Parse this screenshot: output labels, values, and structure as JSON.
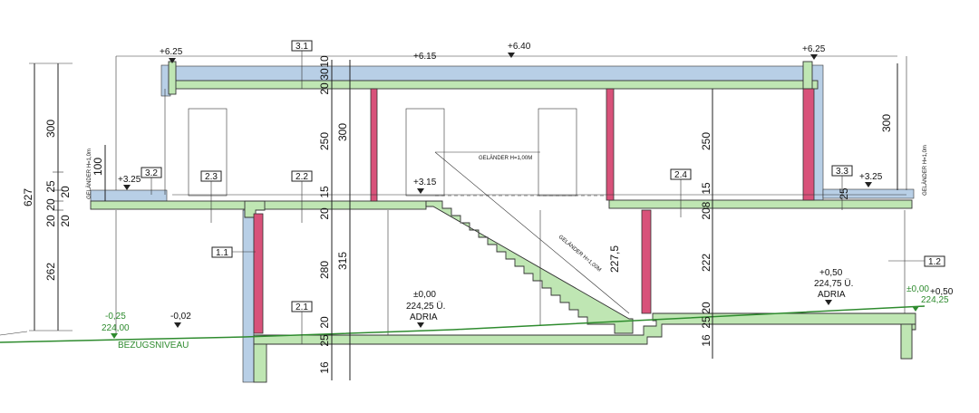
{
  "levels": {
    "l625_left": "+6.25",
    "l615": "+6.15",
    "l640": "+6.40",
    "l625_right": "+6.25",
    "l325_left": "+3.25",
    "l315": "+3.15",
    "l325_right": "+3.25",
    "l000_label": "±0,00",
    "l000_abs": "224,25 Ü.",
    "l000_room": "ADRIA",
    "l050_label": "+0,50",
    "l050_abs": "224,75 Ü.",
    "l050_room": "ADRIA",
    "l002": "-0,02",
    "lm025": "-0,25",
    "lm025_abs": "224,00",
    "bezug": "BEZUGSNIVEAU",
    "r000": "±0,00",
    "r050": "+0,50",
    "r_abs": "224,25"
  },
  "tags": {
    "t31": "3.1",
    "t32": "3.2",
    "t33": "3.3",
    "t23": "2.3",
    "t22": "2.2",
    "t24": "2.4",
    "t11": "1.1",
    "t21": "2.1",
    "t12": "1.2"
  },
  "dims_left": {
    "d627": "627",
    "d300": "300",
    "d25": "25",
    "d20a": "20",
    "d20b": "20",
    "d262": "262",
    "d100": "100",
    "d20c": "20",
    "d20d": "20"
  },
  "dims_mid": {
    "d10": "10",
    "d30": "30",
    "d20a": "20",
    "d250": "250",
    "d300": "300",
    "d15": "15",
    "d20b": "20",
    "d315": "315",
    "d280": "280",
    "d20c": "20",
    "d25": "25",
    "d16": "16"
  },
  "dims_right": {
    "d250": "250",
    "d15": "15",
    "d20": "20",
    "d8": "8",
    "d222": "222",
    "d20b": "20",
    "d25": "25",
    "d16": "16",
    "d300": "300",
    "d25c": "25",
    "d227": "227,5"
  },
  "rails": {
    "g_left": "GELÄNDER H=1,0m",
    "g_mid": "GELÄNDER H=1,00M",
    "g_stair": "GELÄNDER H=1,00M",
    "g_right": "GELÄNDER H=1,0m"
  },
  "colors": {
    "slab": "#bfe6b3",
    "wall": "#d8527a",
    "insulation": "#b8cfe6",
    "terrain": "#2e8b2e"
  }
}
